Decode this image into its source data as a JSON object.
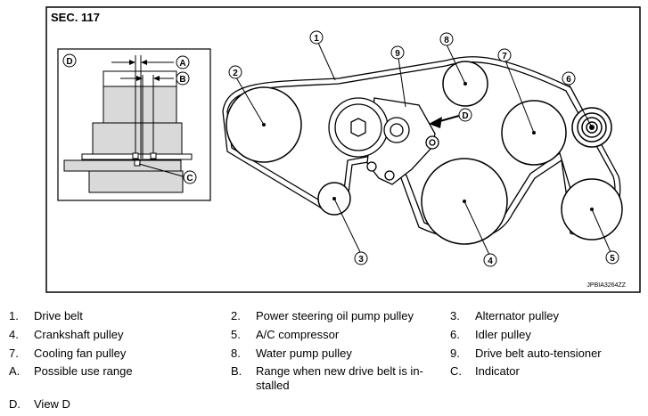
{
  "figure": {
    "section": "SEC. 117",
    "view_label": "D",
    "callouts": {
      "A": "A",
      "B": "B",
      "C": "C",
      "D": "D"
    },
    "pulley_numbers": [
      "1",
      "2",
      "3",
      "4",
      "5",
      "6",
      "7",
      "8",
      "9"
    ],
    "code": "JPBIA3264ZZ"
  },
  "legend": [
    {
      "num": "1.",
      "text": "Drive belt"
    },
    {
      "num": "2.",
      "text": "Power steering oil pump pulley"
    },
    {
      "num": "3.",
      "text": "Alternator pulley"
    },
    {
      "num": "4.",
      "text": "Crankshaft pulley"
    },
    {
      "num": "5.",
      "text": "A/C compressor"
    },
    {
      "num": "6.",
      "text": "Idler pulley"
    },
    {
      "num": "7.",
      "text": "Cooling fan pulley"
    },
    {
      "num": "8.",
      "text": "Water pump pulley"
    },
    {
      "num": "9.",
      "text": "Drive belt auto-tensioner"
    },
    {
      "num": "A.",
      "text": "Possible use range"
    },
    {
      "num": "B.",
      "text": "Range when new drive belt is in-",
      "text2": "stalled"
    },
    {
      "num": "C.",
      "text": "Indicator"
    },
    {
      "num": "D.",
      "text": "View D"
    }
  ]
}
